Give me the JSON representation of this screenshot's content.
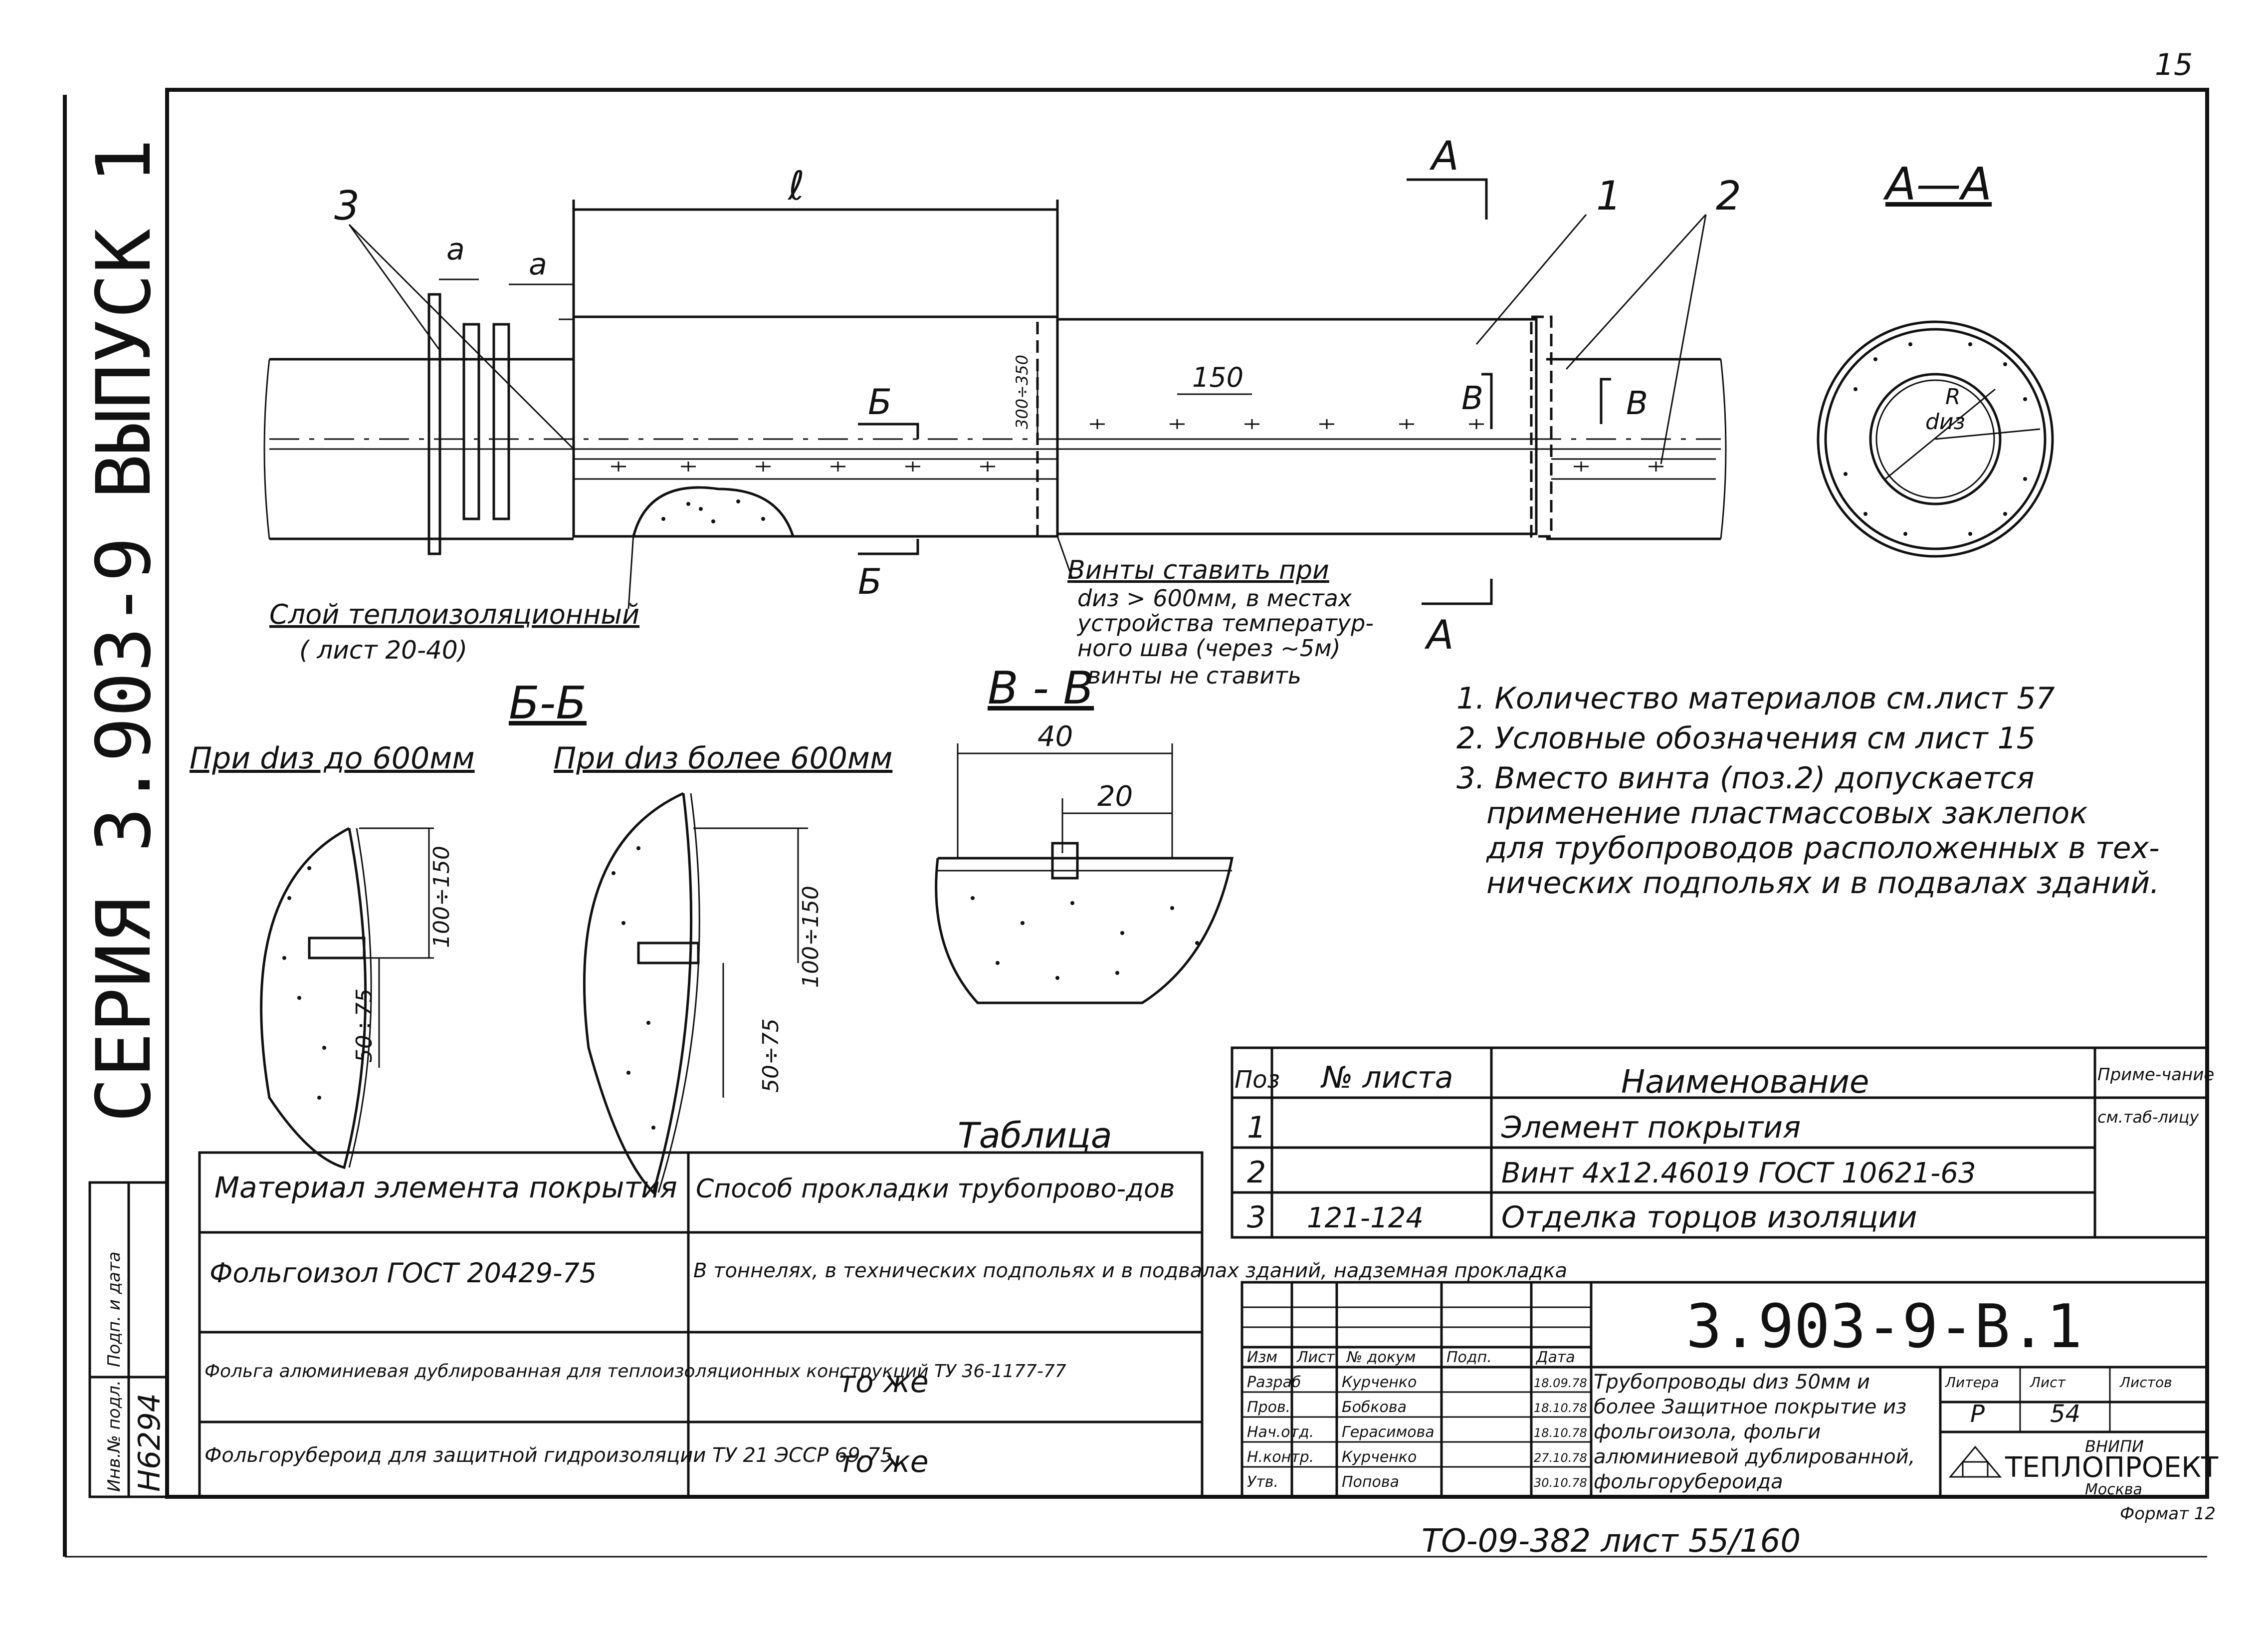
{
  "page_number": "15",
  "sidebar": {
    "series_text": "СЕРИЯ 3.903-9",
    "issue_text": "ВЫПУСК 1",
    "inventory_number": "Н6294",
    "stamp_labels": [
      "Инв.№ подл.",
      "Подп. и дата"
    ]
  },
  "main_view": {
    "label_l": "ℓ",
    "label_a1": "a",
    "label_a2": "a",
    "pos_1": "1",
    "pos_2": "2",
    "pos_3": "3",
    "dim_150": "150",
    "dim_300": "300÷350",
    "section_A": "А",
    "section_A_bottom": "А",
    "section_A_label": "А",
    "section_B": "Б",
    "section_B_bottom": "Б",
    "section_V": "В",
    "section_V2": "В",
    "insulation_label": "Слой теплоизоляционный",
    "insulation_ref": "( лист 20-40)",
    "screws_note": [
      "Винты ставить при",
      "dиз > 600мм, в местах",
      "устройства температур-",
      "ного шва (через ~5м)",
      "винты не ставить"
    ]
  },
  "section_AA": {
    "title": "А—А",
    "label_diz": "dиз",
    "label_r": "R"
  },
  "section_BB": {
    "title": "Б-Б",
    "left_caption": "При dиз до 600мм",
    "right_caption": "При dиз более 600мм",
    "dim_left_1": "100÷150",
    "dim_left_2": "50÷75",
    "dim_right_1": "100÷150",
    "dim_right_2": "50÷75"
  },
  "section_VV": {
    "title": "В - В",
    "dim_40": "40",
    "dim_20": "20"
  },
  "notes": [
    "1. Количество материалов см.лист 57",
    "2. Условные обозначения см лист 15",
    "3. Вместо винта (поз.2) допускается",
    "применение пластмассовых заклепок",
    "для трубопроводов расположенных в тех-",
    "нических подпольях и в подвалах зданий."
  ],
  "spec_table": {
    "headers": [
      "Поз",
      "№ листа",
      "Наименование",
      "Приме-чание"
    ],
    "rows": [
      [
        "1",
        "",
        "Элемент покрытия",
        "см.таб-лицу"
      ],
      [
        "2",
        "",
        "Винт 4х12.46019 ГОСТ 10621-63",
        ""
      ],
      [
        "3",
        "121-124",
        "Отделка торцов изоляции",
        ""
      ]
    ]
  },
  "material_table": {
    "title": "Таблица",
    "headers": [
      "Материал элемента покрытия",
      "Способ прокладки трубопрово-дов"
    ],
    "rows": [
      [
        "Фольгоизол ГОСТ 20429-75",
        "В тоннелях, в технических подпольях и в подвалах зданий, надземная прокладка"
      ],
      [
        "Фольга алюминиевая дублированная для теплоизоляционных конструкций ТУ 36-1177-77",
        "то же"
      ],
      [
        "Фольгорубероид для защитной гидроизоляции ТУ 21 ЭССР 69-75",
        "то же"
      ]
    ]
  },
  "title_block": {
    "code": "3.903-9-В.1",
    "description": "Трубопроводы dиз 50мм и более Защитное покрытие из фольгоизола, фольги алюминиевой дублированной, фольгорубероида",
    "col_headers": [
      "Изм",
      "Лист",
      "№ докум",
      "Подп.",
      "Дата"
    ],
    "people": [
      [
        "Разраб",
        "Курченко",
        "18.09.78"
      ],
      [
        "Пров.",
        "Бобкова",
        "18.10.78"
      ],
      [
        "Нач.отд.",
        "Герасимова",
        "18.10.78"
      ],
      [
        "Н.контр.",
        "Курченко",
        "27.10.78"
      ],
      [
        "Утв.",
        "Попова",
        "30.10.78"
      ]
    ],
    "stage_label": "Литера",
    "sheet_label": "Лист",
    "sheets_label": "Листов",
    "stage": "Р",
    "sheet": "54",
    "org_top": "ВНИПИ",
    "org_name": "ТЕПЛОПРОЕКТ",
    "org_city": "Москва"
  },
  "format_label": "Формат 12",
  "footer": "ТО-09-382 лист 55/160"
}
